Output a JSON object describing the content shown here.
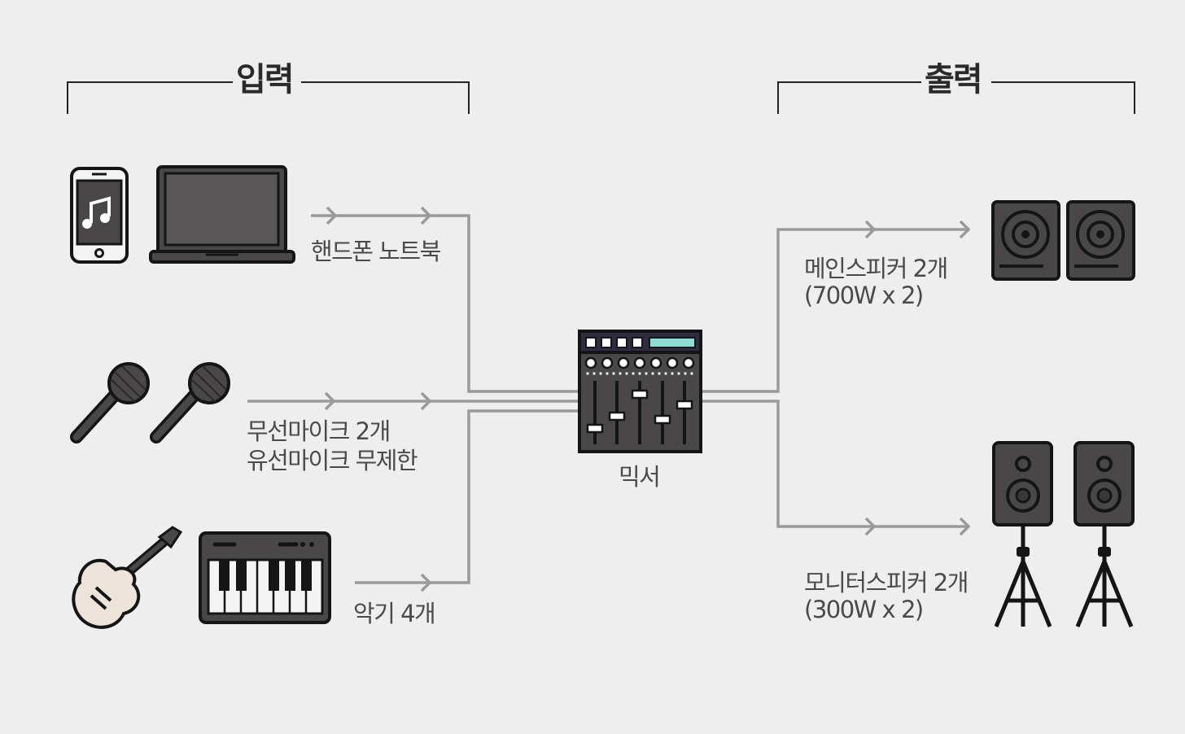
{
  "headers": {
    "input": "입력",
    "output": "출력"
  },
  "inputs": {
    "devices": "핸드폰 노트북",
    "mics": {
      "line1": "무선마이크 2개",
      "line2": "유선마이크 무제한"
    },
    "instruments": "악기 4개"
  },
  "mixer": {
    "label": "믹서"
  },
  "outputs": {
    "main_speakers": {
      "line1": "메인스피커 2개",
      "line2": "(700W x 2)"
    },
    "monitor_speakers": {
      "line1": "모니터스피커 2개",
      "line2": "(300W x 2)"
    }
  },
  "icons": [
    "smartphone-music-icon",
    "laptop-icon",
    "microphone-icon",
    "electric-guitar-icon",
    "keyboard-synth-icon",
    "mixer-console-icon",
    "studio-speaker-icon",
    "stand-speaker-icon"
  ],
  "colors": {
    "background": "#eeeeee",
    "connector": "#9a9a9a",
    "icon_dark": "#4a4748",
    "outline": "#151515",
    "text": "#4a4a4a"
  }
}
